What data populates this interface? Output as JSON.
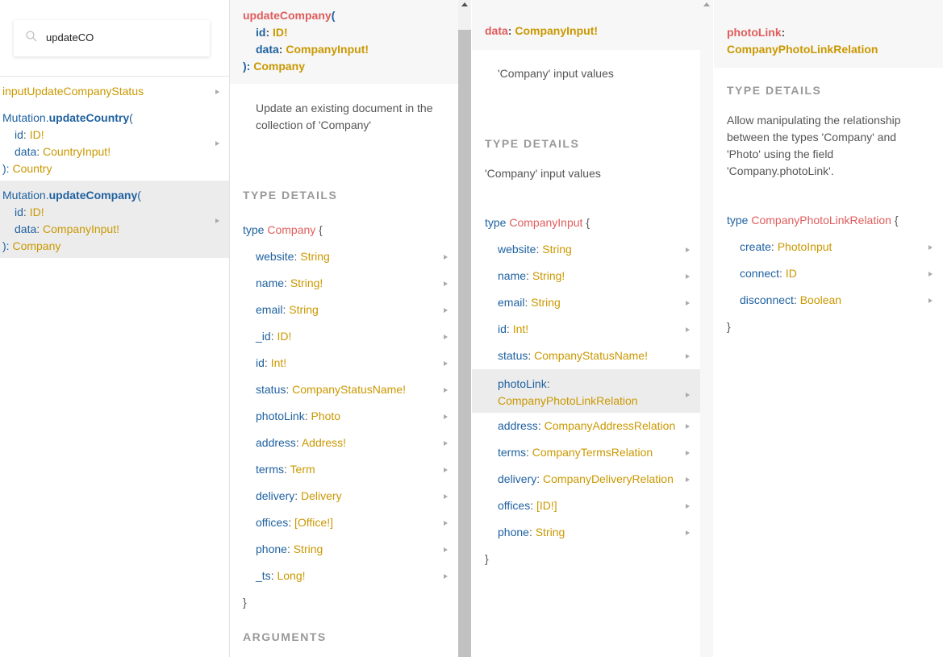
{
  "search": {
    "value": "updateCO"
  },
  "results": [
    {
      "plain": "inputUpdateCompanyStatus"
    },
    {
      "prefix": "Mutation.",
      "name": "updateCountry",
      "open": "(",
      "args": [
        {
          "name": "id",
          "type": "ID!"
        },
        {
          "name": "data",
          "type": "CountryInput!"
        }
      ],
      "close": "): ",
      "ret": "Country"
    },
    {
      "prefix": "Mutation.",
      "name": "updateCompany",
      "open": "(",
      "args": [
        {
          "name": "id",
          "type": "ID!"
        },
        {
          "name": "data",
          "type": "CompanyInput!"
        }
      ],
      "close": "): ",
      "ret": "Company"
    }
  ],
  "panel2": {
    "header": {
      "name": "updateCompany",
      "open": "(",
      "args": [
        {
          "name": "id",
          "type": "ID!"
        },
        {
          "name": "data",
          "type": "CompanyInput!"
        }
      ],
      "close": "): ",
      "ret": "Company"
    },
    "description": "Update an existing document in the collection of 'Company'",
    "section_title": "TYPE DETAILS",
    "type_kw": "type",
    "type_name": "Company",
    "open_brace": "{",
    "close_brace": "}",
    "fields": [
      {
        "name": "website",
        "type": "String"
      },
      {
        "name": "name",
        "type": "String!"
      },
      {
        "name": "email",
        "type": "String"
      },
      {
        "name": "_id",
        "type": "ID!"
      },
      {
        "name": "id",
        "type": "Int!"
      },
      {
        "name": "status",
        "type": "CompanyStatusName!"
      },
      {
        "name": "photoLink",
        "type": "Photo"
      },
      {
        "name": "address",
        "type": "Address!"
      },
      {
        "name": "terms",
        "type": "Term"
      },
      {
        "name": "delivery",
        "type": "Delivery"
      },
      {
        "name": "offices",
        "type": "[Office!]"
      },
      {
        "name": "phone",
        "type": "String"
      },
      {
        "name": "_ts",
        "type": "Long!"
      }
    ],
    "arguments_title": "ARGUMENTS"
  },
  "panel3": {
    "header": {
      "name": "data",
      "type": "CompanyInput!"
    },
    "description": "'Company' input values",
    "section_title": "TYPE DETAILS",
    "type_desc": "'Company' input values",
    "type_kw": "type",
    "type_name": "CompanyInput",
    "open_brace": "{",
    "close_brace": "}",
    "fields": [
      {
        "name": "website",
        "type": "String"
      },
      {
        "name": "name",
        "type": "String!"
      },
      {
        "name": "email",
        "type": "String"
      },
      {
        "name": "id",
        "type": "Int!"
      },
      {
        "name": "status",
        "type": "CompanyStatusName!"
      },
      {
        "name": "photoLink",
        "type": "CompanyPhotoLinkRelation"
      },
      {
        "name": "address",
        "type": "CompanyAddressRelation"
      },
      {
        "name": "terms",
        "type": "CompanyTermsRelation"
      },
      {
        "name": "delivery",
        "type": "CompanyDeliveryRelation"
      },
      {
        "name": "offices",
        "type": "[ID!]"
      },
      {
        "name": "phone",
        "type": "String"
      }
    ]
  },
  "panel4": {
    "header": {
      "name": "photoLink",
      "type": "CompanyPhotoLinkRelation"
    },
    "section_title": "TYPE DETAILS",
    "description": "Allow manipulating the relationship between the types 'Company' and 'Photo' using the field 'Company.photoLink'.",
    "type_kw": "type",
    "type_name": "CompanyPhotoLinkRelation",
    "open_brace": "{",
    "close_brace": "}",
    "fields": [
      {
        "name": "create",
        "type": "PhotoInput"
      },
      {
        "name": "connect",
        "type": "ID"
      },
      {
        "name": "disconnect",
        "type": "Boolean"
      }
    ]
  }
}
